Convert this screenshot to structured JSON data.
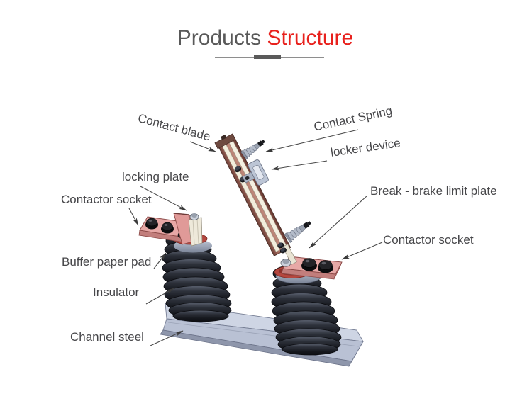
{
  "title": {
    "part_primary": "Products",
    "part_accent": " Structure"
  },
  "callouts": {
    "contact_blade": "Contact blade",
    "contact_spring": "Contact Spring",
    "locker_device": "locker device",
    "locking_plate": "locking plate",
    "contactor_socket_left": "Contactor socket",
    "break_brake_limit_plate": "Break - brake limit plate",
    "contactor_socket_right": "Contactor socket",
    "buffer_paper_pad": "Buffer paper pad",
    "insulator": "Insulator",
    "channel_steel": "Channel steel"
  },
  "colors": {
    "title_primary": "#595959",
    "title_accent": "#e8211d",
    "label_text": "#47474a",
    "leader_line": "#4a4a4a",
    "blade_copper": "#9a6055",
    "blade_rail_cream": "#f2eddc",
    "socket_plate_pink": "#e7a8a6",
    "insulator_dark": "#22252d",
    "channel_steel_gray": "#ced5e4",
    "buffer_pad_red": "#b5473f",
    "hardware_gray": "#b9c2d2",
    "background": "#ffffff"
  }
}
